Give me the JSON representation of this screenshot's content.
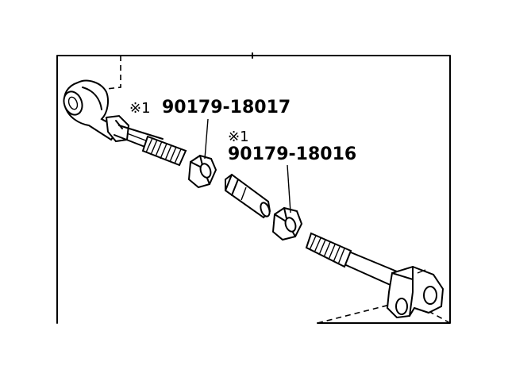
{
  "callouts": [
    {
      "mark": "※1",
      "part_number": "90179-18017"
    },
    {
      "mark": "※1",
      "part_number": "90179-18016"
    }
  ]
}
